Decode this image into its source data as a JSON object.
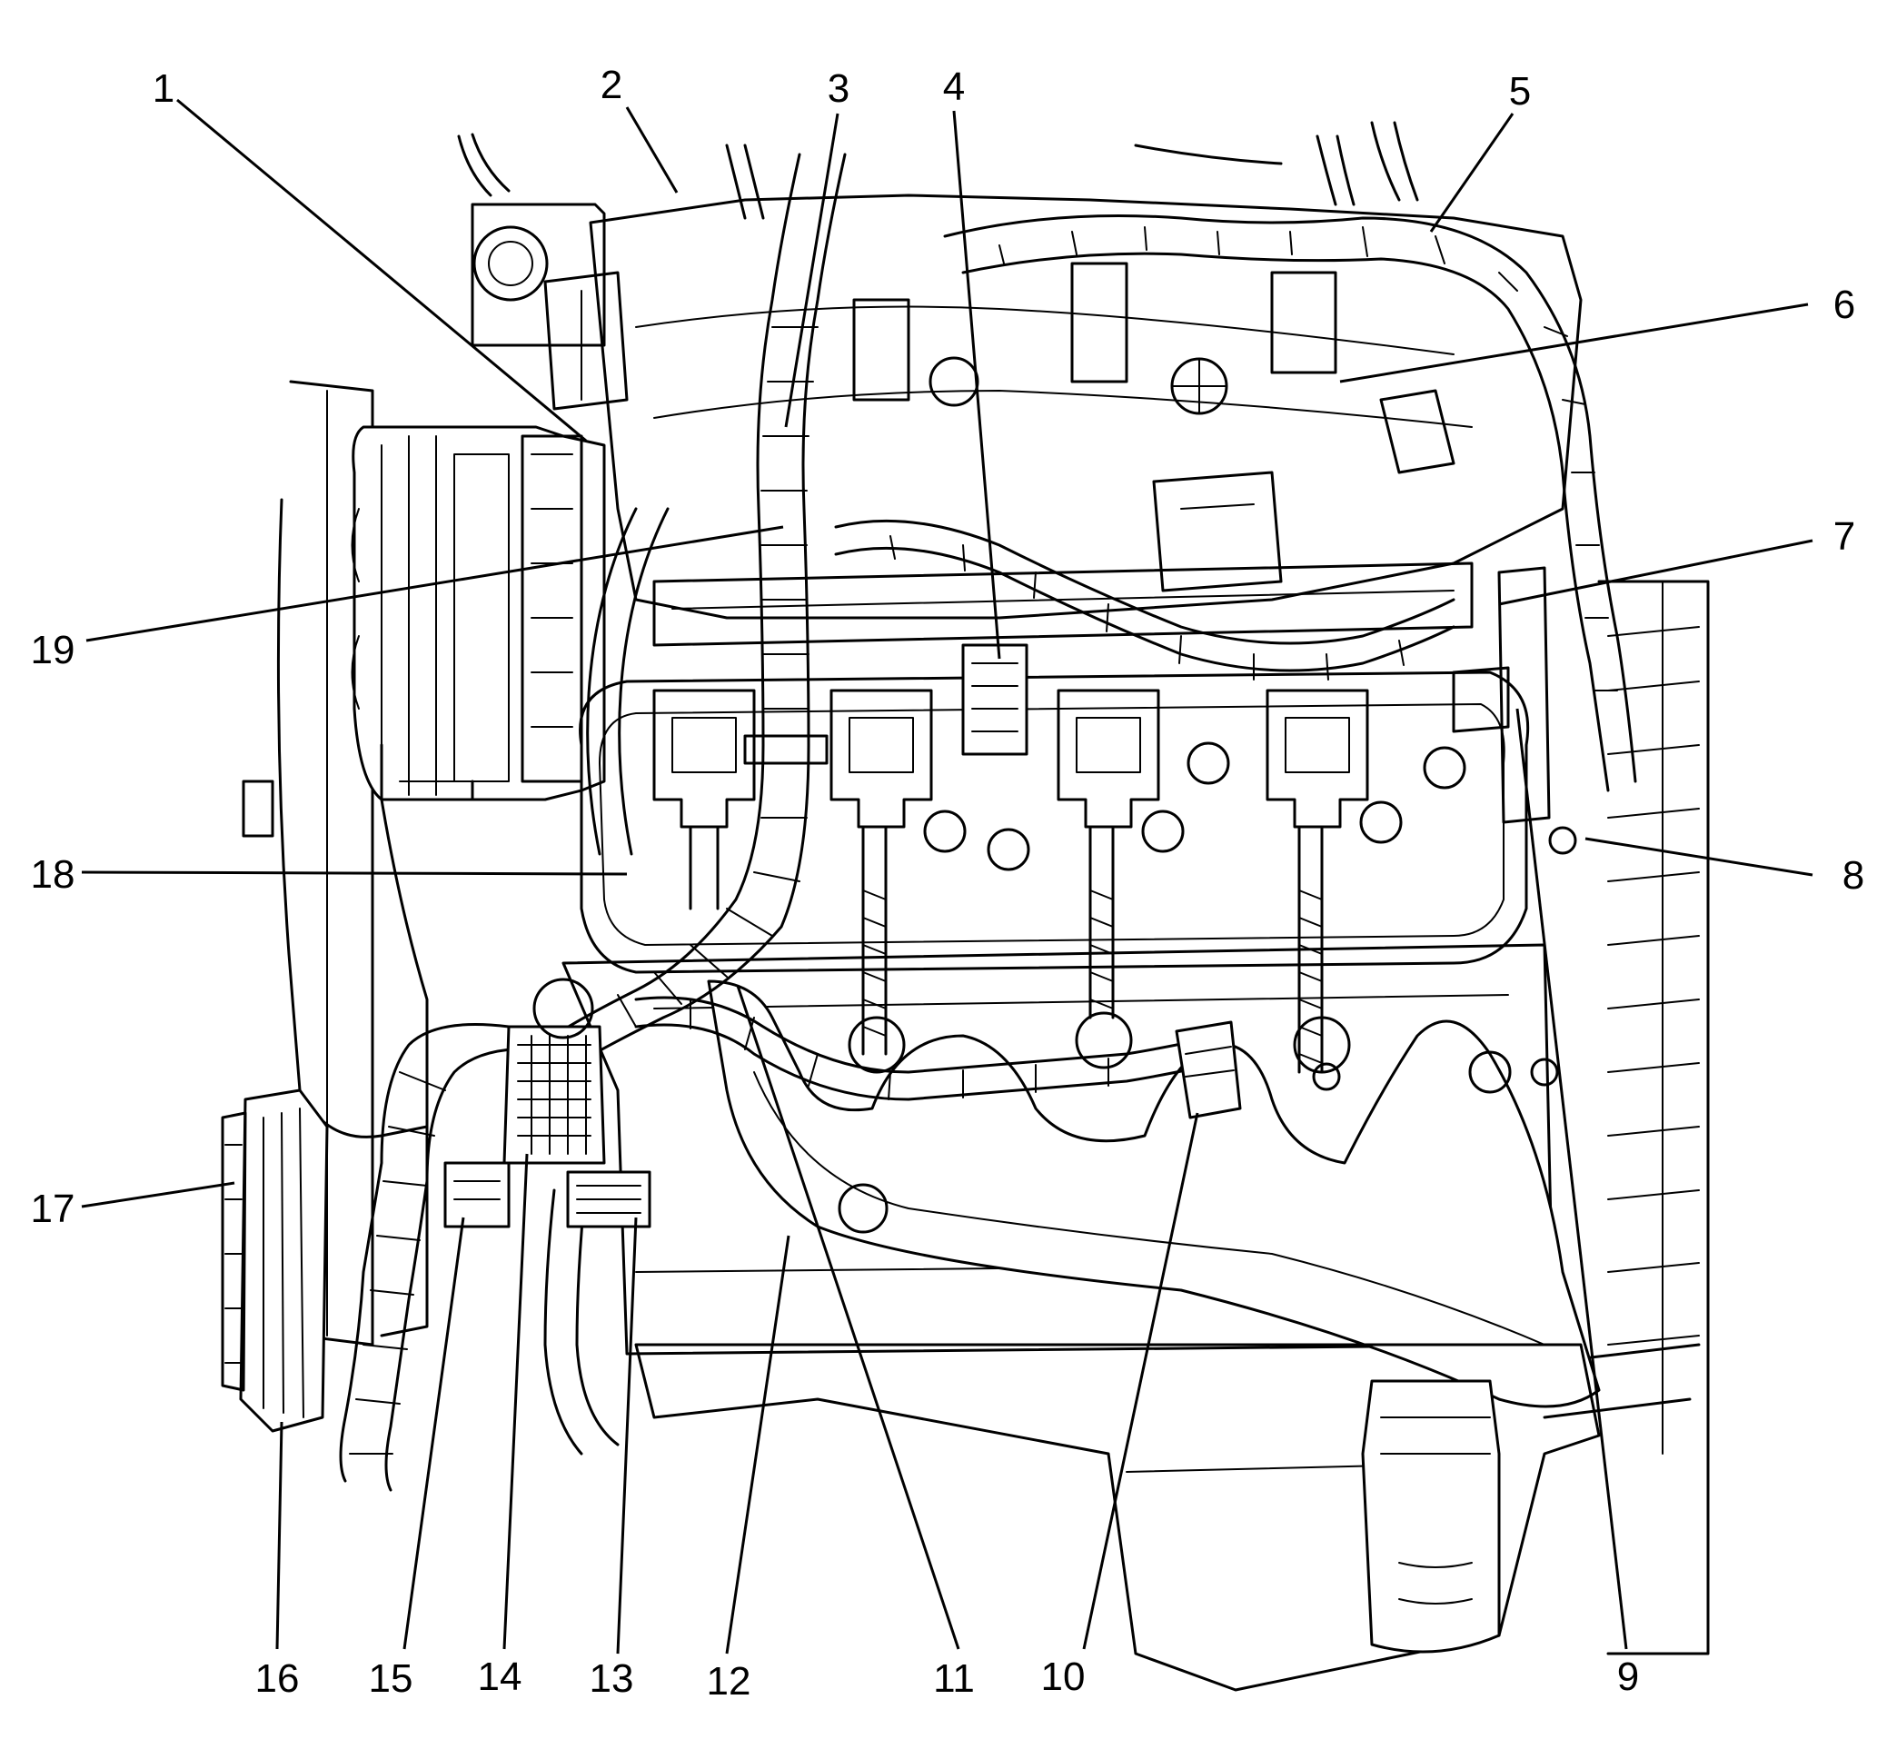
{
  "figure": {
    "callouts": [
      {
        "id": "1",
        "label": "1"
      },
      {
        "id": "2",
        "label": "2"
      },
      {
        "id": "3",
        "label": "3"
      },
      {
        "id": "4",
        "label": "4"
      },
      {
        "id": "5",
        "label": "5"
      },
      {
        "id": "6",
        "label": "6"
      },
      {
        "id": "7",
        "label": "7"
      },
      {
        "id": "8",
        "label": "8"
      },
      {
        "id": "9",
        "label": "9"
      },
      {
        "id": "10",
        "label": "10"
      },
      {
        "id": "11",
        "label": "11"
      },
      {
        "id": "12",
        "label": "12"
      },
      {
        "id": "13",
        "label": "13"
      },
      {
        "id": "14",
        "label": "14"
      },
      {
        "id": "15",
        "label": "15"
      },
      {
        "id": "16",
        "label": "16"
      },
      {
        "id": "17",
        "label": "17"
      },
      {
        "id": "18",
        "label": "18"
      },
      {
        "id": "19",
        "label": "19"
      }
    ]
  }
}
